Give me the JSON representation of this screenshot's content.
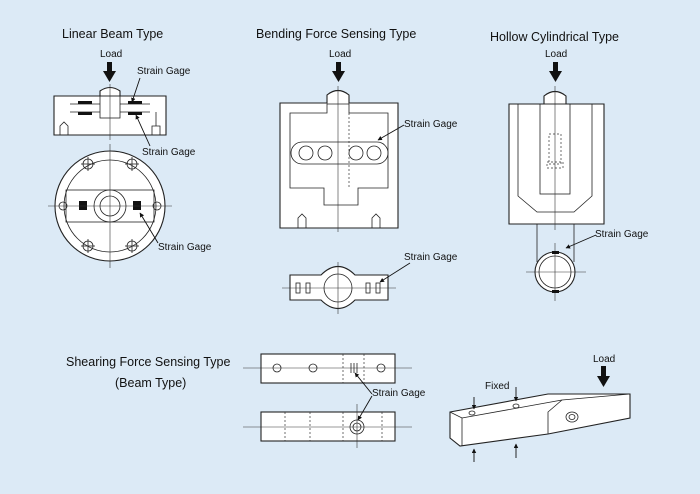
{
  "diagram": {
    "linear_beam": {
      "title": "Linear Beam Type",
      "load": "Load",
      "gage_top": "Strain Gage",
      "gage_mid": "Strain Gage",
      "gage_bottom": "Strain Gage"
    },
    "bending": {
      "title": "Bending Force Sensing Type",
      "load": "Load",
      "gage_top": "Strain Gage",
      "gage_bottom": "Strain Gage"
    },
    "hollow": {
      "title": "Hollow Cylindrical Type",
      "load": "Load",
      "gage": "Strain Gage"
    },
    "shearing": {
      "title": "Shearing Force Sensing Type",
      "subtitle": "(Beam Type)",
      "gage": "Strain Gage",
      "fixed": "Fixed",
      "load": "Load"
    }
  },
  "colors": {
    "background": "#dceaf6",
    "line": "#222222",
    "fill": "#ffffff"
  },
  "icons": [
    "load-arrow-icon"
  ]
}
